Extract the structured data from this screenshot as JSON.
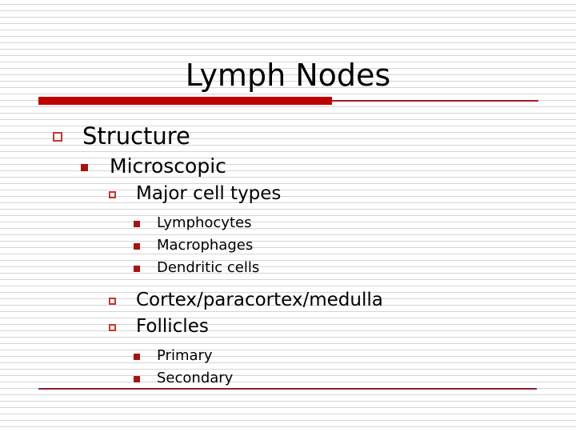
{
  "slide": {
    "title": "Lymph Nodes",
    "colors": {
      "title_text": "#000000",
      "accent_bar": "#C00000",
      "accent_rule": "#9E1F24",
      "bottom_rule": "#8D2231",
      "bullet_hollow_border": "#C0392B",
      "bullet_filled": "#AA1111",
      "background": "#FFFFFF",
      "stripe": "#D4D4D8"
    },
    "outline": {
      "level1": {
        "text": "Structure",
        "bullet": "hollow-square-bullet"
      },
      "level2": {
        "text": "Microscopic",
        "bullet": "filled-square-bullet"
      },
      "level3_items": [
        {
          "text": "Major cell types",
          "bullet": "hollow-square-bullet"
        },
        {
          "text": "Cortex/paracortex/medulla",
          "bullet": "hollow-square-bullet"
        },
        {
          "text": "Follicles",
          "bullet": "hollow-square-bullet"
        }
      ],
      "cell_types": [
        {
          "text": "Lymphocytes",
          "bullet": "filled-square-bullet"
        },
        {
          "text": "Macrophages",
          "bullet": "filled-square-bullet"
        },
        {
          "text": "Dendritic cells",
          "bullet": "filled-square-bullet"
        }
      ],
      "follicle_types": [
        {
          "text": "Primary",
          "bullet": "filled-square-bullet"
        },
        {
          "text": "Secondary",
          "bullet": "filled-square-bullet"
        }
      ]
    }
  }
}
